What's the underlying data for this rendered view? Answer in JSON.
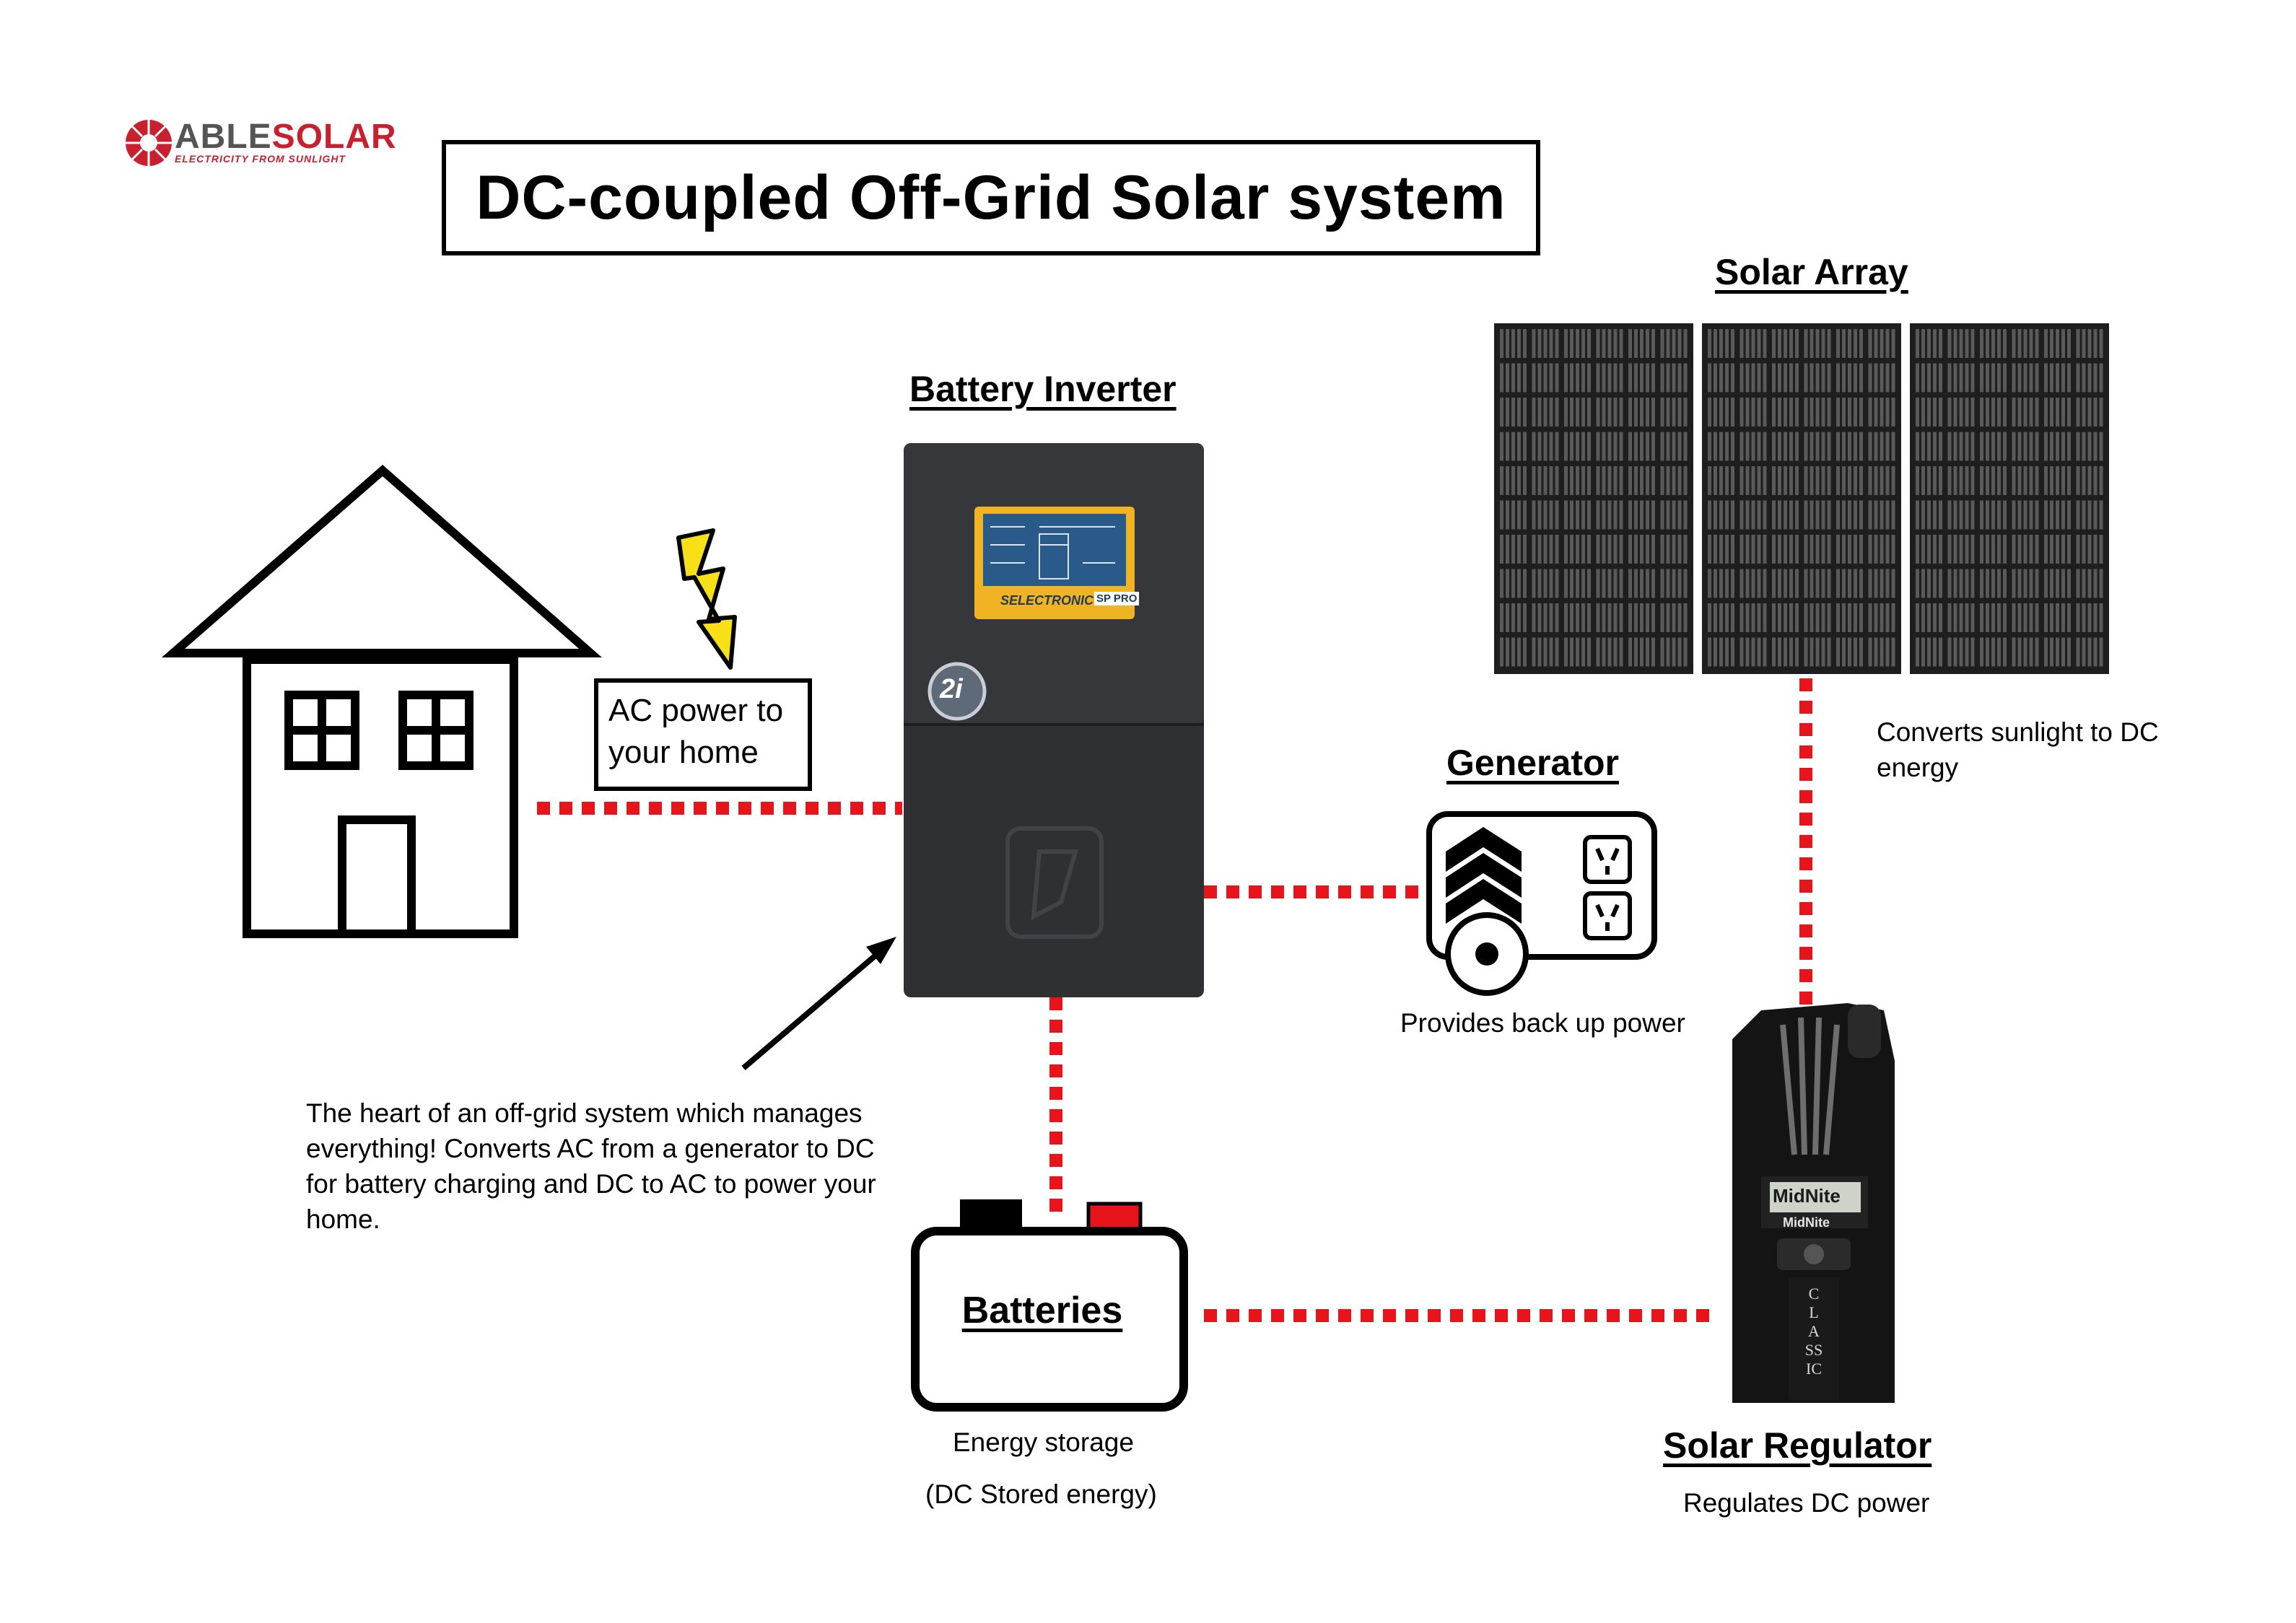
{
  "title": "DC-coupled Off-Grid Solar system",
  "logo": {
    "brand_part1": "ABLE",
    "brand_part2": "SOLAR",
    "tagline": "ELECTRICITY FROM SUNLIGHT"
  },
  "labels": {
    "battery_inverter": "Battery Inverter",
    "solar_array": "Solar Array",
    "generator": "Generator",
    "batteries": "Batteries",
    "solar_regulator": "Solar Regulator"
  },
  "ac_power_box": "AC power to your home",
  "captions": {
    "solar_array": "Converts sunlight to DC energy",
    "generator": "Provides back up power",
    "inverter": "The heart of an off-grid system which manages everything! Converts AC from a generator to DC for battery charging and DC to AC to power your home.",
    "batteries_line1": "Energy storage",
    "batteries_line2": "(DC Stored energy)",
    "regulator": "Regulates DC power"
  },
  "device_text": {
    "inverter_brand": "SELECTRONIC",
    "inverter_model": "SP PRO",
    "inverter_badge": "2i",
    "regulator_brand": "MidNite",
    "regulator_model": "CLASSIC"
  },
  "colors": {
    "connection": "#e8141b",
    "lightning": "#f7e017",
    "device_body": "#2f3032",
    "panel_yellow": "#f0b323",
    "logo_red": "#c8202e"
  },
  "icons": [
    "house-icon",
    "lightning-icon",
    "generator-icon",
    "battery-icon",
    "solar-panel-icon",
    "inverter-icon",
    "regulator-icon",
    "arrow-icon"
  ]
}
